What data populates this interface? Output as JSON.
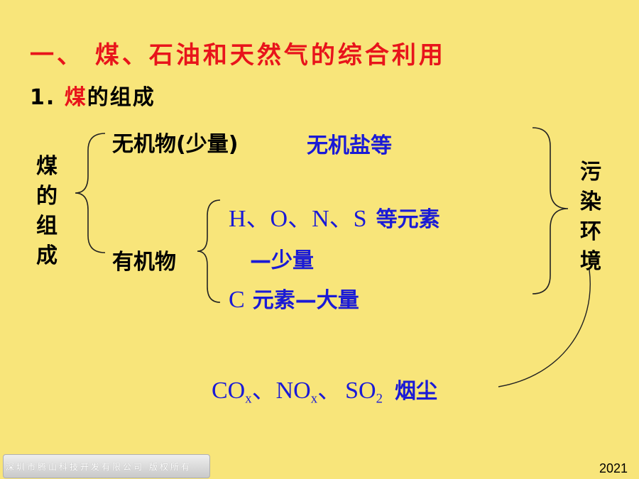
{
  "title": "一、 煤、石油和天然气的综合利用",
  "subtitle": {
    "num": "1.",
    "coal": "煤",
    "rest": "的组成"
  },
  "coal_label": [
    "煤",
    "的",
    "组",
    "成"
  ],
  "inorganic": {
    "label": "无机物(少量)",
    "detail": "无机盐等"
  },
  "organic": {
    "label": "有机物",
    "elements": "H、O、N、S",
    "elements_suffix": "等元素",
    "minor": "—少量",
    "carbon": "C",
    "carbon_suffix": "元素—大量"
  },
  "pollution_label": [
    "污",
    "染",
    "环",
    "境"
  ],
  "emissions": {
    "co": "CO",
    "co_sub": "x",
    "sep1": "、",
    "no": "NO",
    "no_sub": "x",
    "sep2": "、",
    "so": "SO",
    "so_num": "2",
    "dust": "烟尘"
  },
  "footer": "深圳市腾山科技开发有限公司   版权所有",
  "year": "2021",
  "colors": {
    "background": "#F8E57A",
    "title_red": "#E8141B",
    "blue": "#1A1AD6"
  }
}
